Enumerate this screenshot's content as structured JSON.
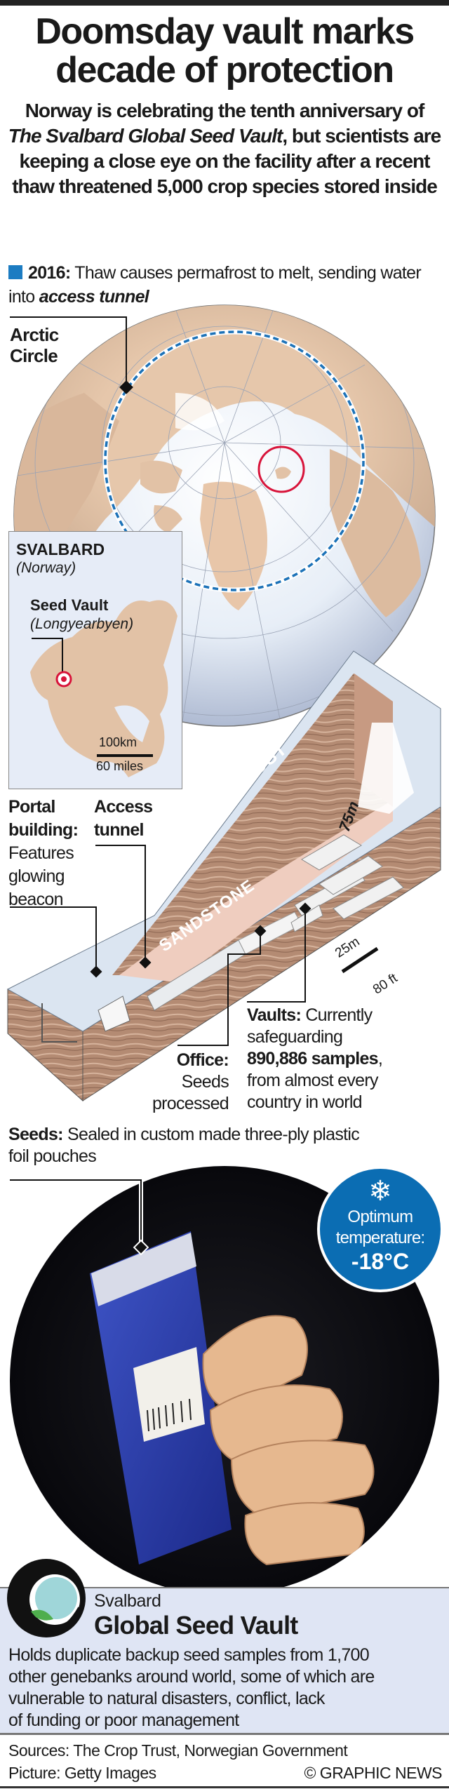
{
  "headline": {
    "line1": "Doomsday vault marks",
    "line2": "decade of protection"
  },
  "subtitle": {
    "part1": "Norway is celebrating the tenth anniversary of ",
    "italic": "The Svalbard Global Seed Vault",
    "part2": ", but scientists are keeping a close eye on the facility after a recent thaw threatened 5,000 crop species stored inside"
  },
  "note": {
    "year": "2016:",
    "text": " Thaw causes permafrost to melt, sending water into ",
    "italic": "access tunnel"
  },
  "globe": {
    "arctic_label_1": "Arctic",
    "arctic_label_2": "Circle"
  },
  "inset": {
    "title": "SVALBARD",
    "country": "(Norway)",
    "place": "Seed Vault",
    "town": "(Longyearbyen)",
    "scale_km": "100km",
    "scale_mi": "60 miles"
  },
  "diagram": {
    "portal_title_1": "Portal",
    "portal_title_2": "building:",
    "portal_desc_1": "Features",
    "portal_desc_2": "glowing",
    "portal_desc_3": "beacon",
    "access_1": "Access",
    "access_2": "tunnel",
    "permafrost": "PERMAFROST",
    "sandstone": "SANDSTONE",
    "depth": "75m",
    "scale_m": "25m",
    "scale_ft": "80 ft",
    "office_title": "Office:",
    "office_desc_1": "Seeds",
    "office_desc_2": "processed",
    "vaults_title": "Vaults:",
    "vaults_desc_1": " Currently",
    "vaults_desc_2": "safeguarding",
    "vaults_count": "890,886 samples",
    "vaults_desc_3": ",",
    "vaults_desc_4": "from almost every",
    "vaults_desc_5": "country in world"
  },
  "seeds": {
    "title": "Seeds:",
    "text_1": " Sealed in custom made three-ply plastic",
    "text_2": "foil pouches"
  },
  "temperature": {
    "label_1": "Optimum",
    "label_2": "temperature:",
    "value": "-18°C"
  },
  "info": {
    "brand_small": "Svalbard",
    "brand_large": "Global Seed Vault",
    "lines": [
      "Holds duplicate backup seed samples from 1,700",
      "other genebanks around world, some of which are",
      "vulnerable to natural disasters, conflict, lack",
      "of funding or poor management"
    ]
  },
  "footer": {
    "sources": "Sources: The Crop Trust, Norwegian Government",
    "picture": "Picture: Getty Images",
    "credit": "© GRAPHIC NEWS"
  },
  "colors": {
    "accent_blue": "#0b6db3",
    "marker_red": "#d8143a",
    "land": "#e3c4a8",
    "info_bg": "#dfe5f4"
  }
}
